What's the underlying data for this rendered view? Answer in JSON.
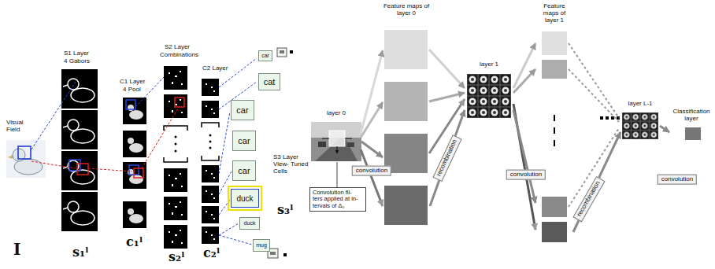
{
  "diagram": {
    "nodes": [
      {
        "text": [
          "car"
        ]
      },
      {
        "text": [
          "cat"
        ]
      },
      {
        "text": [
          "car"
        ]
      },
      {
        "text": [
          "car"
        ]
      },
      {
        "text": [
          "car"
        ]
      },
      {
        "text": [
          "duck"
        ]
      },
      {
        "text": [
          "duck"
        ]
      },
      {
        "text": [
          "mug"
        ]
      },
      {
        "text": [
          "layer 0"
        ]
      },
      {
        "text": [
          "Convolution fil- ters applied at in- tervals of Δ₀"
        ]
      },
      {
        "text": [
          "Feature maps of layer 0"
        ]
      },
      {
        "text": [
          "layer 1"
        ]
      },
      {
        "text": [
          "Feature maps of layer 1"
        ]
      },
      {
        "text": [
          "layer L-1"
        ]
      },
      {
        "text": [
          "Classification layer"
        ]
      }
    ],
    "edges": [
      {
        "from": 8,
        "to": 10,
        "arrow": "to",
        "label": "convolution"
      },
      {
        "from": 10,
        "to": 11,
        "arrow": "to",
        "label": "recombination"
      },
      {
        "from": 11,
        "to": 12,
        "arrow": "to",
        "label": "convolution"
      },
      {
        "from": 12,
        "to": 13,
        "arrow": "to",
        "label": "recombination"
      },
      {
        "from": 13,
        "to": 14,
        "arrow": "to",
        "label": "convolution"
      },
      {
        "from": 9,
        "to": 8,
        "arrow": "none"
      }
    ],
    "labels": [
      "Visual Field",
      "I",
      "S1 Layer",
      "4 Gabors",
      "s₁ˡ",
      "C1 Layer",
      "4 Pool",
      "c₁ˡ",
      "S2 Layer",
      "Combinations",
      "s₂ˡ",
      "C2 Layer",
      "c₂ˡ",
      "S3 Layer View- Tuned Cells",
      "s₃ˡ"
    ]
  }
}
